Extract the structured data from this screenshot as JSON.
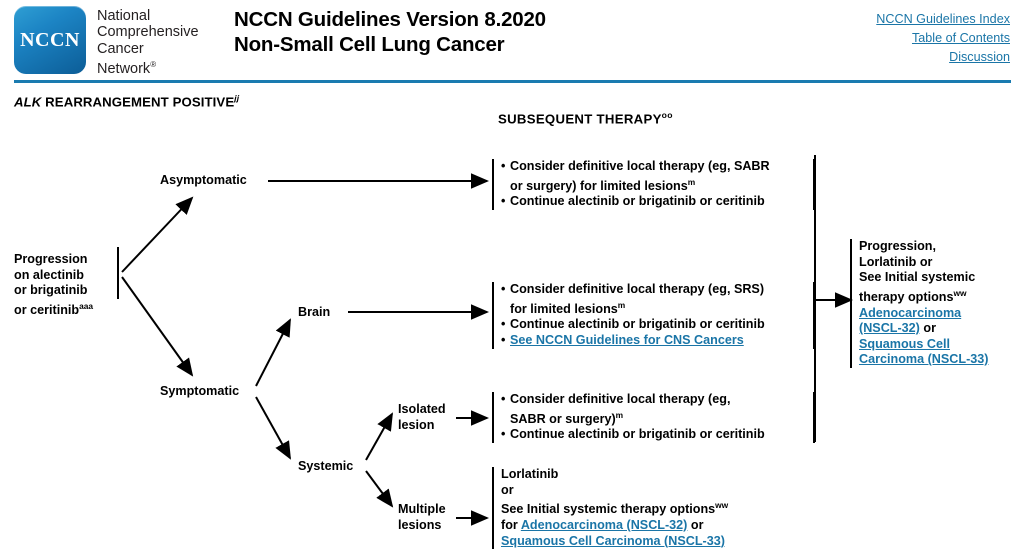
{
  "header": {
    "org_name_lines": [
      "National",
      "Comprehensive",
      "Cancer",
      "Network"
    ],
    "org_name_mark": "®",
    "logo_text": "NCCN",
    "title_line1": "NCCN Guidelines Version 8.2020",
    "title_line2": "Non-Small Cell Lung Cancer",
    "links": [
      "NCCN Guidelines Index",
      "Table of Contents",
      "Discussion"
    ]
  },
  "sections": {
    "alk_gene": "ALK",
    "alk_rest": " REARRANGEMENT POSITIVE",
    "alk_sup": "jj",
    "subsequent": "SUBSEQUENT THERAPY",
    "subsequent_sup": "oo"
  },
  "nodes": {
    "progression": {
      "lines": [
        "Progression",
        "on alectinib",
        "or brigatinib",
        "or ceritinib"
      ],
      "sup": "aaa"
    },
    "asymptomatic": "Asymptomatic",
    "symptomatic": "Symptomatic",
    "brain": "Brain",
    "systemic": "Systemic",
    "isolated_lesion_l1": "Isolated",
    "isolated_lesion_l2": "lesion",
    "multiple_lesions_l1": "Multiple",
    "multiple_lesions_l2": "lesions"
  },
  "boxes": {
    "asymptomatic_therapy": {
      "b1_a": "Consider definitive local therapy (eg, SABR",
      "b1_b": "or surgery) for limited lesions",
      "b1_sup": "m",
      "b2": "Continue alectinib or brigatinib or ceritinib"
    },
    "brain_therapy": {
      "b1_a": "Consider definitive local therapy (eg, SRS)",
      "b1_b": "for limited lesions",
      "b1_sup": "m",
      "b2": "Continue alectinib or brigatinib or ceritinib",
      "b3_link": "See NCCN Guidelines for CNS Cancers"
    },
    "isolated_therapy": {
      "b1_a": "Consider definitive local therapy (eg,",
      "b1_b": "SABR or surgery)",
      "b1_sup": "m",
      "b2": "Continue alectinib or brigatinib or ceritinib"
    },
    "multiple_therapy": {
      "l1": "Lorlatinib",
      "l2": "or",
      "l3": "See Initial systemic therapy options",
      "l3_sup": "ww",
      "l4_prefix": "for ",
      "l4_link": "Adenocarcinoma (NSCL-32)",
      "l4_suffix": " or",
      "l5_link": "Squamous Cell Carcinoma (NSCL-33)"
    },
    "final_outcome": {
      "l1": "Progression,",
      "l2": "Lorlatinib or",
      "l3": "See Initial systemic",
      "l4": "therapy options",
      "l4_sup": "ww",
      "link1": "Adenocarcinoma ",
      "link2": "(NSCL-32)",
      "or_text": " or",
      "link3": "Squamous Cell ",
      "link4": "Carcinoma (NSCL-33)"
    }
  },
  "colors": {
    "link": "#1a75a7",
    "rule": "#1a7bb0",
    "logo_blue": "#1c84c4"
  }
}
